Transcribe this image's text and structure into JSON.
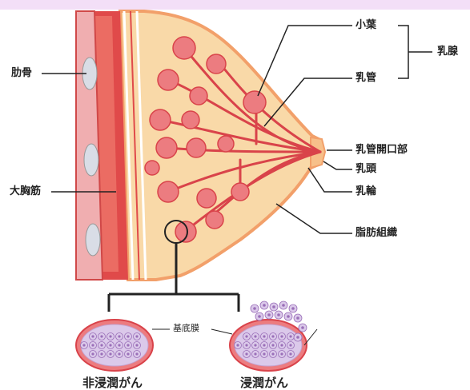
{
  "labels": {
    "rib": "肋骨",
    "pectoralis": "大胸筋",
    "lobule": "小葉",
    "duct": "乳管",
    "mammary_gland": "乳腺",
    "duct_opening": "乳管開口部",
    "nipple": "乳頭",
    "areola": "乳輪",
    "fat_tissue": "脂肪組織",
    "basement_membrane": "基底膜",
    "non_invasive": "非浸潤がん",
    "invasive": "浸潤がん"
  },
  "colors": {
    "muscle": "#e04a4a",
    "rib_fill": "#f0aeb0",
    "fat": "#f9d9a8",
    "skin_edge": "#f2a06a",
    "lobule": "#ec7c80",
    "cell_membrane": "#c4a2cf",
    "cell_fill": "#dbc9ea",
    "cell_nucleus": "#9a6fb8"
  }
}
